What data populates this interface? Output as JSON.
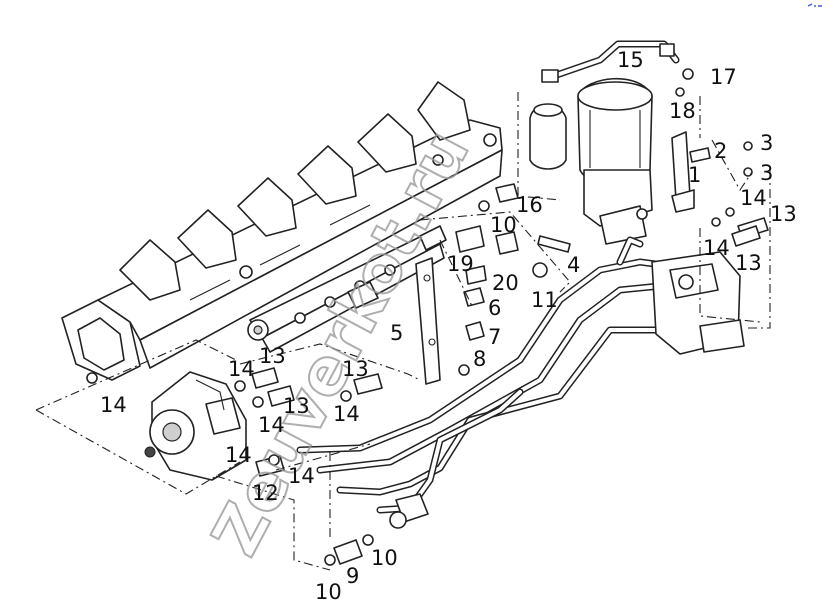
{
  "watermark": "Zeuverkot.ru",
  "labels": [
    {
      "id": "15",
      "text": "15"
    },
    {
      "id": "17",
      "text": "17"
    },
    {
      "id": "18",
      "text": "18"
    },
    {
      "id": "2",
      "text": "2"
    },
    {
      "id": "3a",
      "text": "3"
    },
    {
      "id": "3b",
      "text": "3"
    },
    {
      "id": "1",
      "text": "1"
    },
    {
      "id": "14a",
      "text": "14"
    },
    {
      "id": "13a",
      "text": "13"
    },
    {
      "id": "14b",
      "text": "14"
    },
    {
      "id": "13b",
      "text": "13"
    },
    {
      "id": "16",
      "text": "16"
    },
    {
      "id": "10a",
      "text": "10"
    },
    {
      "id": "19",
      "text": "19"
    },
    {
      "id": "20",
      "text": "20"
    },
    {
      "id": "4",
      "text": "4"
    },
    {
      "id": "11",
      "text": "11"
    },
    {
      "id": "6",
      "text": "6"
    },
    {
      "id": "5",
      "text": "5"
    },
    {
      "id": "7",
      "text": "7"
    },
    {
      "id": "8",
      "text": "8"
    },
    {
      "id": "14c",
      "text": "14"
    },
    {
      "id": "13c",
      "text": "13"
    },
    {
      "id": "13d",
      "text": "13"
    },
    {
      "id": "14d",
      "text": "14"
    },
    {
      "id": "13e",
      "text": "13"
    },
    {
      "id": "14e",
      "text": "14"
    },
    {
      "id": "14f",
      "text": "14"
    },
    {
      "id": "14g",
      "text": "14"
    },
    {
      "id": "12",
      "text": "12"
    },
    {
      "id": "14h",
      "text": "14"
    },
    {
      "id": "10b",
      "text": "10"
    },
    {
      "id": "9",
      "text": "9"
    },
    {
      "id": "10c",
      "text": "10"
    }
  ]
}
